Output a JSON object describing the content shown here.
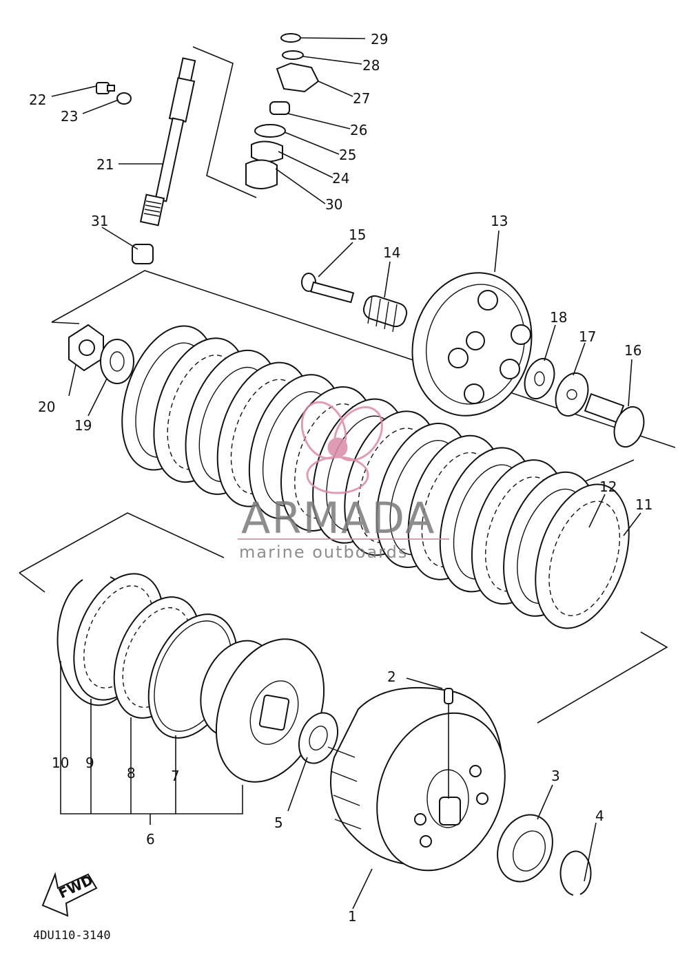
{
  "diagram": {
    "part_code": "4DU110-3140",
    "fwd_label": "FWD",
    "callouts": [
      "1",
      "2",
      "3",
      "4",
      "5",
      "6",
      "7",
      "8",
      "9",
      "10",
      "11",
      "12",
      "13",
      "14",
      "15",
      "16",
      "17",
      "18",
      "19",
      "20",
      "21",
      "22",
      "23",
      "24",
      "25",
      "26",
      "27",
      "28",
      "29",
      "30",
      "31"
    ]
  },
  "watermark": {
    "brand": "ARMADA",
    "tagline": "marine outboards",
    "color": "#d98aa6"
  }
}
